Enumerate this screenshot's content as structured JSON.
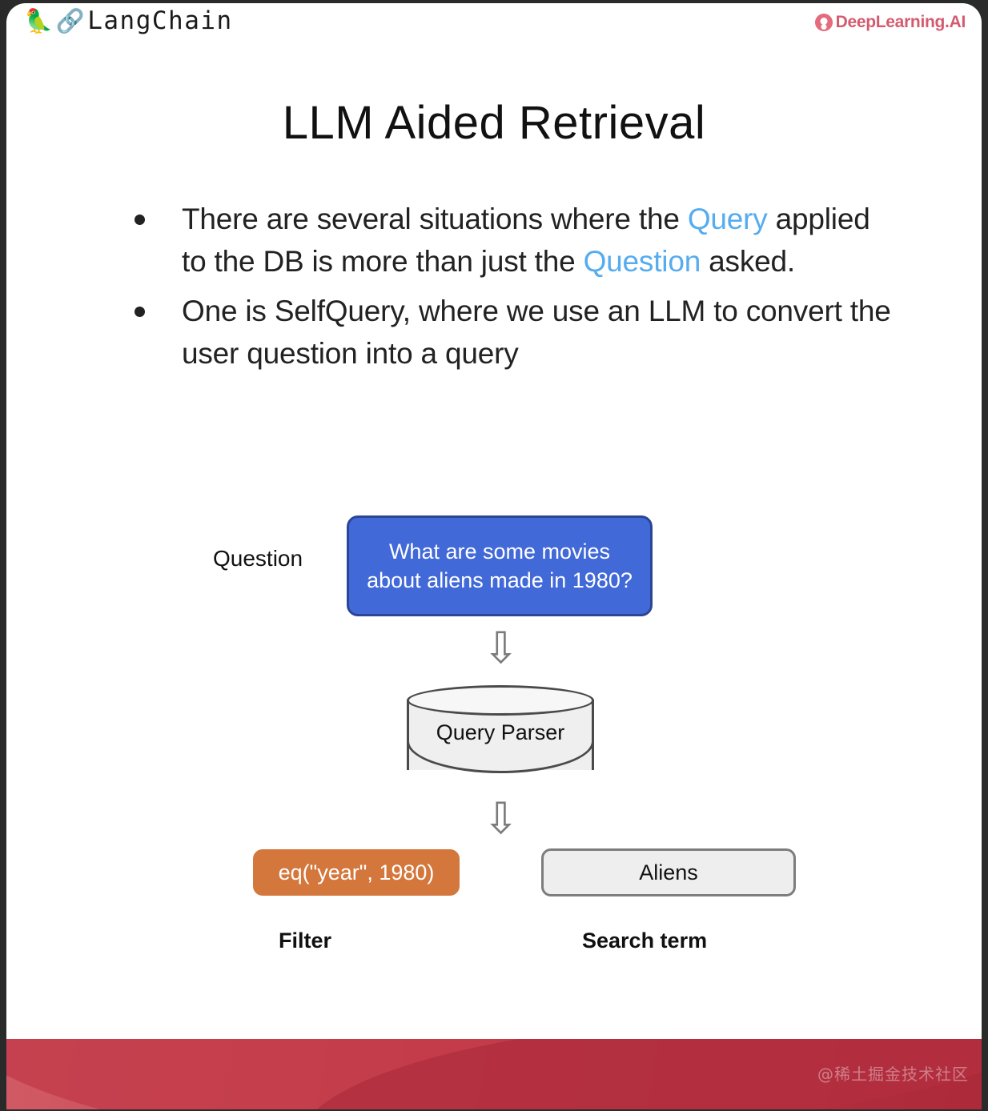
{
  "header": {
    "brand_left": {
      "parrot_icon": "🦜",
      "link_icon": "🔗",
      "label": "LangChain"
    },
    "brand_right": {
      "label": "DeepLearning.AI",
      "color": "#d45b6e"
    }
  },
  "slide": {
    "title": "LLM Aided Retrieval",
    "bullets": [
      {
        "segments": [
          {
            "text": "There are several situations where the ",
            "highlight": false
          },
          {
            "text": "Query",
            "highlight": true
          },
          {
            "text": " applied to the DB is more than just the ",
            "highlight": false
          },
          {
            "text": "Question",
            "highlight": true
          },
          {
            "text": " asked.",
            "highlight": false
          }
        ]
      },
      {
        "segments": [
          {
            "text": "One is SelfQuery, where we use an LLM to convert the user question into a query",
            "highlight": false
          }
        ]
      }
    ],
    "highlight_color": "#55acee"
  },
  "diagram": {
    "question_label": "Question",
    "question_box": {
      "text": "What are some movies about aliens made in 1980?",
      "fill": "#4169d8",
      "border": "#2c4595",
      "text_color": "#ffffff"
    },
    "arrow_1": "⇩",
    "arrow_2": "⇩",
    "parser": {
      "text": "Query Parser",
      "fill": "#efefef",
      "border": "#4a4a4a"
    },
    "outputs": [
      {
        "text": "eq(\"year\", 1980)",
        "caption": "Filter",
        "fill": "#d4773c",
        "text_color": "#ffffff"
      },
      {
        "text": "Aliens",
        "caption": "Search term",
        "fill": "#eeeeee",
        "text_color": "#111111"
      }
    ]
  },
  "footer": {
    "watermark": "@稀土掘金技术社区",
    "color": "#c23a48"
  }
}
